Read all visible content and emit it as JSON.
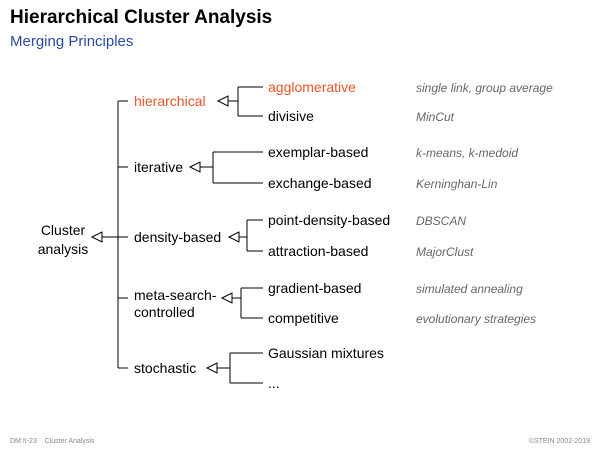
{
  "header": {
    "title": "Hierarchical Cluster Analysis",
    "subtitle": "Merging Principles"
  },
  "root": {
    "line1": "Cluster",
    "line2": "analysis"
  },
  "categories": [
    {
      "label": "hierarchical",
      "highlight": true,
      "children": [
        {
          "label": "agglomerative",
          "example": "single link, group average",
          "highlight": true
        },
        {
          "label": "divisive",
          "example": "MinCut",
          "highlight": false
        }
      ]
    },
    {
      "label": "iterative",
      "highlight": false,
      "children": [
        {
          "label": "exemplar-based",
          "example": "k-means, k-medoid"
        },
        {
          "label": "exchange-based",
          "example": "Kerninghan-Lin"
        }
      ]
    },
    {
      "label": "density-based",
      "highlight": false,
      "children": [
        {
          "label": "point-density-based",
          "example": "DBSCAN"
        },
        {
          "label": "attraction-based",
          "example": "MajorClust"
        }
      ]
    },
    {
      "label_line1": "meta-search-",
      "label_line2": "controlled",
      "highlight": false,
      "children": [
        {
          "label": "gradient-based",
          "example": "simulated annealing"
        },
        {
          "label": "competitive",
          "example": "evolutionary strategies"
        }
      ]
    },
    {
      "label": "stochastic",
      "highlight": false,
      "children": [
        {
          "label": "Gaussian mixtures",
          "example": ""
        },
        {
          "label": "...",
          "example": ""
        }
      ]
    }
  ],
  "footer": {
    "left": "DM:II-23    Cluster Analysis",
    "right": "©STEIN 2002-2019"
  },
  "colors": {
    "highlight": "#e8542a",
    "subtitle": "#2a4a9a",
    "example": "#666666",
    "lines": "#000000"
  }
}
